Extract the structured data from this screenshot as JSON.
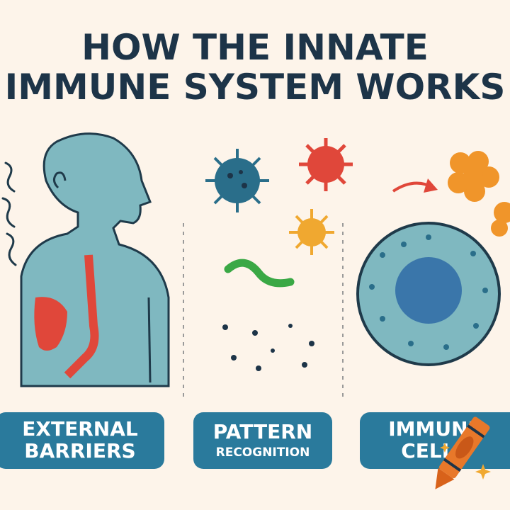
{
  "title": {
    "line1": "HOW THE INNATE",
    "line2": "IMMUNE SYSTEM WORKS"
  },
  "sections": [
    {
      "line1": "EXTERNAL",
      "line2": "BARRIERS"
    },
    {
      "line1": "PATTERN",
      "line2": "RECOGNITION"
    },
    {
      "line1": "IMMUNE",
      "line2": "CELLS"
    }
  ],
  "colors": {
    "background": "#fdf4ea",
    "title": "#1d3448",
    "label_box": "#2a7a9c",
    "body": "#7fb8c0",
    "accent_red": "#e0473a",
    "accent_orange": "#f08a2a"
  }
}
